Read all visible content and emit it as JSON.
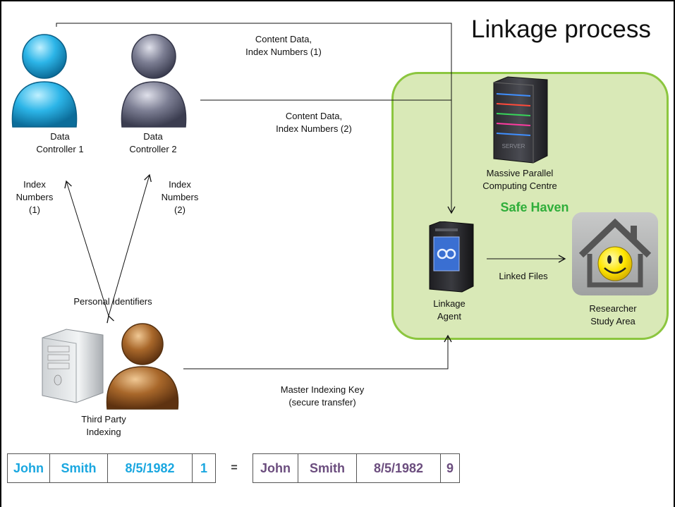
{
  "title": "Linkage process",
  "labels": {
    "controller1": "Data\nController 1",
    "controller2": "Data\nController 2",
    "content1": "Content Data,\nIndex Numbers (1)",
    "content2": "Content Data,\nIndex Numbers (2)",
    "index1": "Index\nNumbers\n(1)",
    "index2": "Index\nNumbers\n(2)",
    "personal_identifiers": "Personal Identifiers",
    "third_party": "Third Party\nIndexing",
    "master_key": "Master Indexing Key\n(secure transfer)",
    "massive_parallel": "Massive Parallel\nComputing Centre",
    "safe_haven": "Safe Haven",
    "linkage_agent": "Linkage\nAgent",
    "linked_files": "Linked Files",
    "researcher": "Researcher\nStudy Area",
    "server_brand": "SERVER"
  },
  "record_left": [
    "John",
    "Smith",
    "8/5/1982",
    "1"
  ],
  "equals": "=",
  "record_right": [
    "John",
    "Smith",
    "8/5/1982",
    "9"
  ],
  "colors": {
    "person1": "#2cb5e8",
    "person2": "#7c7e93",
    "person3": "#a8672a",
    "safe_haven_fill": "#d9e9b7",
    "safe_haven_border": "#8cc63f",
    "safe_haven_text": "#2fae3a",
    "record_left_text": "#1aa7e0",
    "record_right_text": "#6b4d7e"
  }
}
